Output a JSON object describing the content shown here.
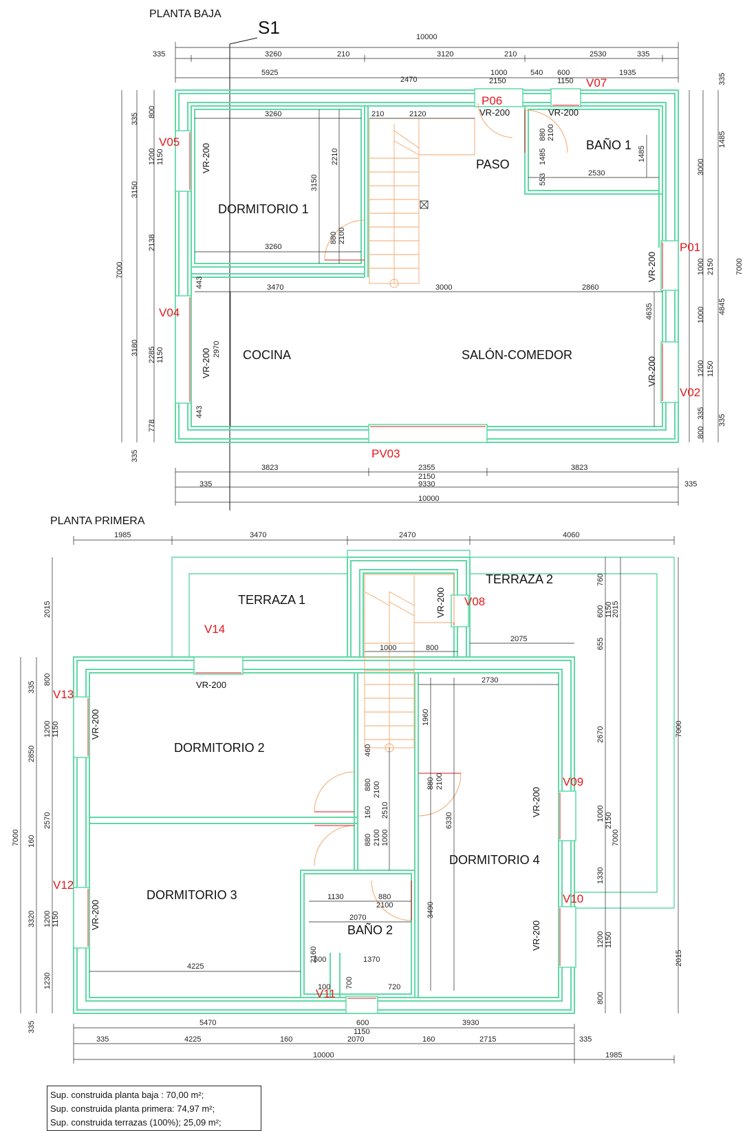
{
  "titles": {
    "ground": "PLANTA BAJA",
    "first": "PLANTA PRIMERA",
    "section": "S1"
  },
  "ground_floor": {
    "rooms": {
      "dormitorio1": "DORMITORIO 1",
      "paso": "PASO",
      "bano1": "BAÑO 1",
      "cocina": "COCINA",
      "salon": "SALÓN-COMEDOR"
    },
    "tags": {
      "v05": "V05",
      "v04": "V04",
      "p06": "P06",
      "v07": "V07",
      "p01": "P01",
      "v02": "V02",
      "pv03": "PV03"
    },
    "vr": "VR-200",
    "dims_top": {
      "total": "10000",
      "r1": [
        "335",
        "3260",
        "210",
        "3120",
        "210",
        "2530",
        "335"
      ],
      "r2": [
        "5925",
        "2470",
        "1000",
        "540",
        "600",
        "1935"
      ],
      "r2b": [
        "2150",
        "1150",
        "335"
      ]
    },
    "dims_left": [
      "7000",
      "335",
      "3150",
      "3180",
      "335",
      "800",
      "1200",
      "1150",
      "2138",
      "2285",
      "1150",
      "778"
    ],
    "dims_right": [
      "335",
      "3000",
      "1485",
      "7000",
      "4845",
      "1000",
      "2150",
      "1000",
      "1200",
      "1150",
      "335",
      "800"
    ],
    "dims_bottom": {
      "r1": [
        "3823",
        "2355",
        "3823"
      ],
      "mid": "2150",
      "r2": [
        "335",
        "9330",
        "335"
      ],
      "total": "10000"
    },
    "dims_inner": [
      "3260",
      "210",
      "2120",
      "2210",
      "3150",
      "880",
      "2100",
      "3260",
      "880",
      "2100",
      "1485",
      "553",
      "2530",
      "1485",
      "443",
      "3470",
      "3000",
      "2860",
      "4635",
      "2970",
      "443"
    ]
  },
  "first_floor": {
    "rooms": {
      "terraza1": "TERRAZA 1",
      "terraza2": "TERRAZA 2",
      "dormitorio2": "DORMITORIO 2",
      "dormitorio3": "DORMITORIO 3",
      "dormitorio4": "DORMITORIO 4",
      "bano2": "BAÑO 2"
    },
    "tags": {
      "v14": "V14",
      "v13": "V13",
      "v12": "V12",
      "v08": "V08",
      "v09": "V09",
      "v10": "V10",
      "v11": "V11"
    },
    "vr": "VR-200",
    "dims_top": [
      "1985",
      "3470",
      "2470",
      "4060"
    ],
    "dims_left": [
      "2015",
      "7000",
      "335",
      "800",
      "1200",
      "1150",
      "2850",
      "2570",
      "160",
      "3320",
      "1200",
      "1150",
      "1230",
      "335"
    ],
    "dims_right": [
      "760",
      "600",
      "1150",
      "2015",
      "655",
      "2670",
      "7000",
      "1000",
      "2150",
      "7000",
      "1330",
      "1200",
      "1150",
      "800",
      "2015"
    ],
    "dims_bottom": {
      "r1": [
        "5470",
        "600",
        "3930"
      ],
      "mid": "1150",
      "r2": [
        "335",
        "4225",
        "160",
        "2070",
        "160",
        "2715",
        "335"
      ],
      "total": "10000",
      "extra": "1985"
    },
    "dims_inner": [
      "1000",
      "800",
      "2075",
      "2730",
      "1960",
      "460",
      "880",
      "2100",
      "160",
      "2100",
      "880",
      "1000",
      "880",
      "2100",
      "6330",
      "3490",
      "1130",
      "880",
      "2100",
      "2070",
      "2160",
      "600",
      "1370",
      "100",
      "700",
      "720",
      "4225",
      "2510"
    ]
  },
  "summary": {
    "line1": "Sup. construida planta baja : 70,00 m²;",
    "line2": "Sup. construida planta primera: 74,97 m²;",
    "line3": "Sup. construida terrazas (100%); 25,09 m²;"
  },
  "colors": {
    "wall": "#5fd8a6",
    "tag": "#e3161b",
    "stair": "#f2a66a",
    "dimension": "#222222"
  }
}
